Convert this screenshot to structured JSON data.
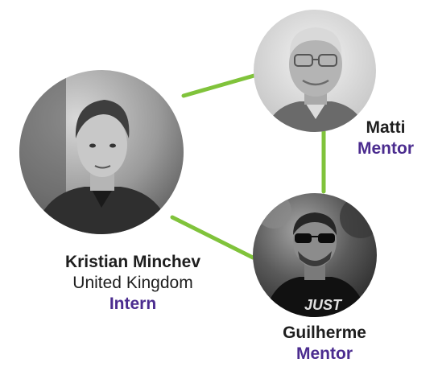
{
  "people": [
    {
      "name": "Kristian Minchev",
      "country": "United Kingdom",
      "role": "Intern"
    },
    {
      "name": "Matti",
      "role": "Mentor"
    },
    {
      "name": "Guilherme",
      "role": "Mentor"
    }
  ],
  "colors": {
    "connector": "#80c33b",
    "role_text": "#4b2c8f",
    "name_text": "#1e1e1e"
  },
  "photo_style": "grayscale"
}
